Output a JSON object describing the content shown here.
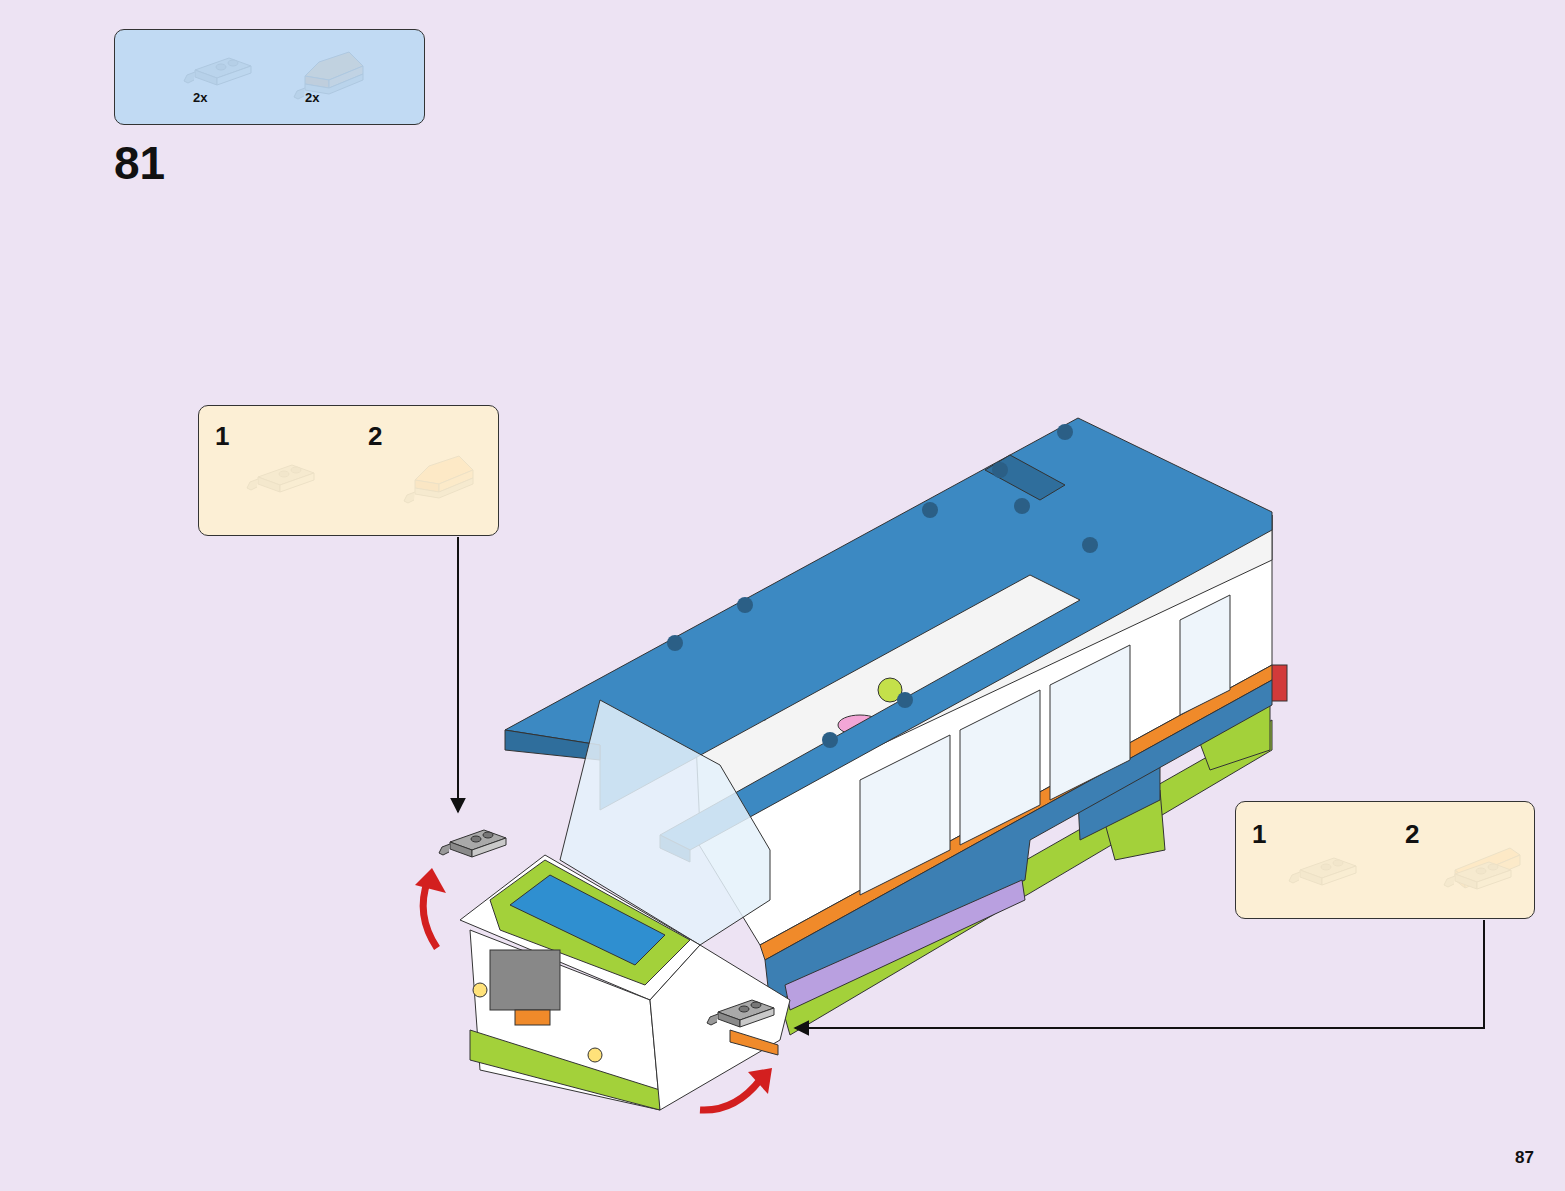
{
  "diagram": {
    "nodes": [
      {
        "text": [
          "2x",
          "2x"
        ]
      },
      {
        "text": [
          "1",
          "2"
        ]
      },
      {
        "text": [
          "1",
          "2"
        ]
      }
    ],
    "labels": [
      "81",
      "87"
    ]
  }
}
